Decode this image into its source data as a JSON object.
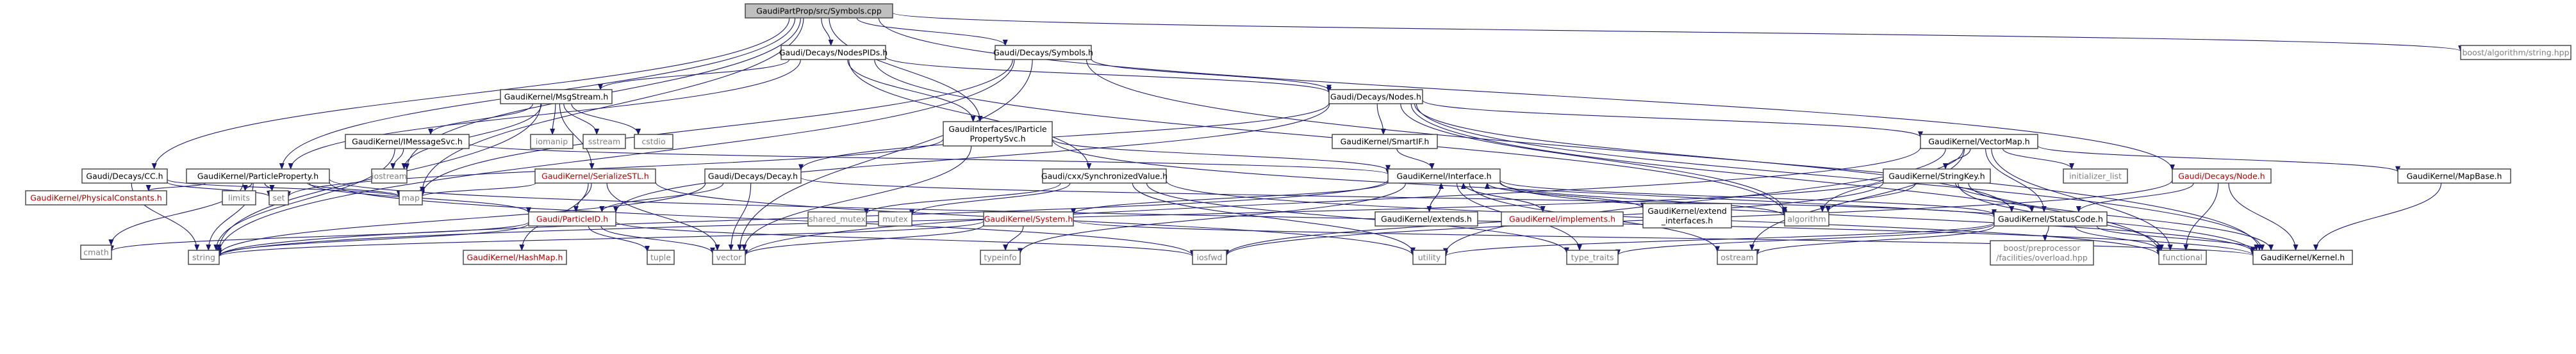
{
  "colors": {
    "edge": "#191970",
    "root_fill": "#bfbfbf",
    "node_border": "#3f3f3f",
    "link_text": "#000000",
    "missing_text": "#b00000",
    "external_text": "#7f7f7f"
  },
  "nodes": [
    {
      "id": "root",
      "lines": [
        "GaudiPartProp/src/Symbols.cpp"
      ],
      "style": "root"
    },
    {
      "id": "decays_nodespids",
      "lines": [
        "Gaudi/Decays/NodesPIDs.h"
      ],
      "style": "normal"
    },
    {
      "id": "decays_symbols",
      "lines": [
        "Gaudi/Decays/Symbols.h"
      ],
      "style": "normal"
    },
    {
      "id": "boost_algorithm",
      "lines": [
        "boost/algorithm/string.hpp"
      ],
      "style": "external"
    },
    {
      "id": "msgstream",
      "lines": [
        "GaudiKernel/MsgStream.h"
      ],
      "style": "normal"
    },
    {
      "id": "decays_nodes",
      "lines": [
        "Gaudi/Decays/Nodes.h"
      ],
      "style": "normal"
    },
    {
      "id": "iparticlepropsvc",
      "lines": [
        "GaudiInterfaces/IParticle",
        "PropertySvc.h"
      ],
      "style": "normal"
    },
    {
      "id": "imessagesvc",
      "lines": [
        "GaudiKernel/IMessageSvc.h"
      ],
      "style": "normal"
    },
    {
      "id": "iomanip",
      "lines": [
        "iomanip"
      ],
      "style": "external"
    },
    {
      "id": "sstream",
      "lines": [
        "sstream"
      ],
      "style": "external"
    },
    {
      "id": "cstdio",
      "lines": [
        "cstdio"
      ],
      "style": "external"
    },
    {
      "id": "smartif",
      "lines": [
        "GaudiKernel/SmartIF.h"
      ],
      "style": "normal"
    },
    {
      "id": "vectormap",
      "lines": [
        "GaudiKernel/VectorMap.h"
      ],
      "style": "normal"
    },
    {
      "id": "iostream",
      "lines": [
        "iostream"
      ],
      "style": "external"
    },
    {
      "id": "serializestl",
      "lines": [
        "GaudiKernel/SerializeSTL.h"
      ],
      "style": "missing"
    },
    {
      "id": "decays_cc",
      "lines": [
        "Gaudi/Decays/CC.h"
      ],
      "style": "normal"
    },
    {
      "id": "particleproperty",
      "lines": [
        "GaudiKernel/ParticleProperty.h"
      ],
      "style": "normal"
    },
    {
      "id": "decays_decay",
      "lines": [
        "Gaudi/Decays/Decay.h"
      ],
      "style": "normal"
    },
    {
      "id": "synchronizedvalue",
      "lines": [
        "Gaudi/cxx/SynchronizedValue.h"
      ],
      "style": "normal"
    },
    {
      "id": "interface",
      "lines": [
        "GaudiKernel/Interface.h"
      ],
      "style": "normal"
    },
    {
      "id": "initializer_list",
      "lines": [
        "initializer_list"
      ],
      "style": "external"
    },
    {
      "id": "decays_node",
      "lines": [
        "Gaudi/Decays/Node.h"
      ],
      "style": "missing"
    },
    {
      "id": "mapbase",
      "lines": [
        "GaudiKernel/MapBase.h"
      ],
      "style": "normal"
    },
    {
      "id": "stringkey",
      "lines": [
        "GaudiKernel/StringKey.h"
      ],
      "style": "normal"
    },
    {
      "id": "physicalconstants",
      "lines": [
        "GaudiKernel/PhysicalConstants.h"
      ],
      "style": "missing"
    },
    {
      "id": "limits",
      "lines": [
        "limits"
      ],
      "style": "external"
    },
    {
      "id": "set",
      "lines": [
        "set"
      ],
      "style": "external"
    },
    {
      "id": "map",
      "lines": [
        "map"
      ],
      "style": "external"
    },
    {
      "id": "particleid",
      "lines": [
        "Gaudi/ParticleID.h"
      ],
      "style": "missing"
    },
    {
      "id": "shared_mutex",
      "lines": [
        "shared_mutex"
      ],
      "style": "external"
    },
    {
      "id": "mutex",
      "lines": [
        "mutex"
      ],
      "style": "external"
    },
    {
      "id": "system",
      "lines": [
        "GaudiKernel/System.h"
      ],
      "style": "missing"
    },
    {
      "id": "extends",
      "lines": [
        "GaudiKernel/extends.h"
      ],
      "style": "normal"
    },
    {
      "id": "implements",
      "lines": [
        "GaudiKernel/implements.h"
      ],
      "style": "missing"
    },
    {
      "id": "extend_interfaces",
      "lines": [
        "GaudiKernel/extend",
        "_interfaces.h"
      ],
      "style": "normal"
    },
    {
      "id": "algorithm",
      "lines": [
        "algorithm"
      ],
      "style": "external"
    },
    {
      "id": "statuscode",
      "lines": [
        "GaudiKernel/StatusCode.h"
      ],
      "style": "normal"
    },
    {
      "id": "cmath",
      "lines": [
        "cmath"
      ],
      "style": "external"
    },
    {
      "id": "string",
      "lines": [
        "string"
      ],
      "style": "external"
    },
    {
      "id": "hashmap",
      "lines": [
        "GaudiKernel/HashMap.h"
      ],
      "style": "missing"
    },
    {
      "id": "tuple",
      "lines": [
        "tuple"
      ],
      "style": "external"
    },
    {
      "id": "vector",
      "lines": [
        "vector"
      ],
      "style": "external"
    },
    {
      "id": "typeinfo",
      "lines": [
        "typeinfo"
      ],
      "style": "external"
    },
    {
      "id": "iosfwd",
      "lines": [
        "iosfwd"
      ],
      "style": "external"
    },
    {
      "id": "utility",
      "lines": [
        "utility"
      ],
      "style": "external"
    },
    {
      "id": "type_traits",
      "lines": [
        "type_traits"
      ],
      "style": "external"
    },
    {
      "id": "ostream",
      "lines": [
        "ostream"
      ],
      "style": "external"
    },
    {
      "id": "boost_overload",
      "lines": [
        "boost/preprocessor",
        "/facilities/overload.hpp"
      ],
      "style": "external"
    },
    {
      "id": "functional",
      "lines": [
        "functional"
      ],
      "style": "external"
    },
    {
      "id": "kernel",
      "lines": [
        "GaudiKernel/Kernel.h"
      ],
      "style": "normal"
    }
  ],
  "edges": [
    [
      "root",
      "decays_nodespids"
    ],
    [
      "root",
      "decays_symbols"
    ],
    [
      "root",
      "boost_algorithm"
    ],
    [
      "root",
      "iparticlepropsvc"
    ],
    [
      "root",
      "particleproperty"
    ],
    [
      "root",
      "decays_cc"
    ],
    [
      "root",
      "decays_node"
    ],
    [
      "root",
      "iostream"
    ],
    [
      "root",
      "map"
    ],
    [
      "decays_nodespids",
      "msgstream"
    ],
    [
      "decays_nodespids",
      "decays_nodes"
    ],
    [
      "decays_nodespids",
      "iparticlepropsvc"
    ],
    [
      "decays_nodespids",
      "synchronizedvalue"
    ],
    [
      "decays_nodespids",
      "particleproperty"
    ],
    [
      "decays_nodespids",
      "algorithm"
    ],
    [
      "decays_symbols",
      "decays_nodes"
    ],
    [
      "decays_symbols",
      "vector"
    ],
    [
      "decays_symbols",
      "kernel"
    ],
    [
      "decays_symbols",
      "map"
    ],
    [
      "decays_symbols",
      "string"
    ],
    [
      "msgstream",
      "imessagesvc"
    ],
    [
      "msgstream",
      "iomanip"
    ],
    [
      "msgstream",
      "sstream"
    ],
    [
      "msgstream",
      "cstdio"
    ],
    [
      "msgstream",
      "serializestl"
    ],
    [
      "msgstream",
      "string"
    ],
    [
      "msgstream",
      "iostream"
    ],
    [
      "decays_nodes",
      "smartif"
    ],
    [
      "decays_nodes",
      "vectormap"
    ],
    [
      "decays_nodes",
      "decays_decay"
    ],
    [
      "decays_nodes",
      "particleid"
    ],
    [
      "decays_nodes",
      "statuscode"
    ],
    [
      "decays_nodes",
      "algorithm"
    ],
    [
      "decays_nodes",
      "kernel"
    ],
    [
      "decays_nodes",
      "functional"
    ],
    [
      "iparticlepropsvc",
      "interface"
    ],
    [
      "iparticlepropsvc",
      "vector"
    ],
    [
      "iparticlepropsvc",
      "set"
    ],
    [
      "iparticlepropsvc",
      "kernel"
    ],
    [
      "imessagesvc",
      "interface"
    ],
    [
      "imessagesvc",
      "string"
    ],
    [
      "imessagesvc",
      "iostream"
    ],
    [
      "smartif",
      "interface"
    ],
    [
      "vectormap",
      "stringkey"
    ],
    [
      "vectormap",
      "mapbase"
    ],
    [
      "vectormap",
      "initializer_list"
    ],
    [
      "vectormap",
      "statuscode"
    ],
    [
      "vectormap",
      "algorithm"
    ],
    [
      "vectormap",
      "functional"
    ],
    [
      "vectormap",
      "utility"
    ],
    [
      "vectormap",
      "vector"
    ],
    [
      "vectormap",
      "ostream"
    ],
    [
      "serializestl",
      "particleid"
    ],
    [
      "serializestl",
      "hashmap"
    ],
    [
      "serializestl",
      "map"
    ],
    [
      "serializestl",
      "vector"
    ],
    [
      "serializestl",
      "utility"
    ],
    [
      "decays_cc",
      "map"
    ],
    [
      "decays_cc",
      "set"
    ],
    [
      "decays_cc",
      "string"
    ],
    [
      "particleproperty",
      "physicalconstants"
    ],
    [
      "particleproperty",
      "limits"
    ],
    [
      "particleproperty",
      "set"
    ],
    [
      "particleproperty",
      "map"
    ],
    [
      "particleproperty",
      "string"
    ],
    [
      "particleproperty",
      "cmath"
    ],
    [
      "particleproperty",
      "particleid"
    ],
    [
      "particleproperty",
      "kernel"
    ],
    [
      "particleproperty",
      "iosfwd"
    ],
    [
      "decays_decay",
      "particleid"
    ],
    [
      "decays_decay",
      "string"
    ],
    [
      "decays_decay",
      "vector"
    ],
    [
      "decays_decay",
      "statuscode"
    ],
    [
      "synchronizedvalue",
      "shared_mutex"
    ],
    [
      "synchronizedvalue",
      "mutex"
    ],
    [
      "synchronizedvalue",
      "utility"
    ],
    [
      "synchronizedvalue",
      "type_traits"
    ],
    [
      "synchronizedvalue",
      "functional"
    ],
    [
      "interface",
      "system"
    ],
    [
      "interface",
      "extends"
    ],
    [
      "interface",
      "implements"
    ],
    [
      "interface",
      "extend_interfaces"
    ],
    [
      "interface",
      "statuscode"
    ],
    [
      "interface",
      "kernel"
    ],
    [
      "interface",
      "type_traits"
    ],
    [
      "interface",
      "ostream"
    ],
    [
      "interface",
      "string"
    ],
    [
      "interface",
      "typeinfo"
    ],
    [
      "interface",
      "algorithm"
    ],
    [
      "decays_node",
      "statuscode"
    ],
    [
      "decays_node",
      "kernel"
    ],
    [
      "decays_node",
      "functional"
    ],
    [
      "decays_node",
      "iosfwd"
    ],
    [
      "mapbase",
      "kernel"
    ],
    [
      "stringkey",
      "statuscode"
    ],
    [
      "stringkey",
      "kernel"
    ],
    [
      "stringkey",
      "algorithm"
    ],
    [
      "stringkey",
      "string"
    ],
    [
      "stringkey",
      "functional"
    ],
    [
      "stringkey",
      "iosfwd"
    ],
    [
      "particleid",
      "cmath"
    ],
    [
      "particleid",
      "string"
    ],
    [
      "particleid",
      "tuple"
    ],
    [
      "particleid",
      "vector"
    ],
    [
      "particleid",
      "iosfwd"
    ],
    [
      "system",
      "kernel"
    ],
    [
      "system",
      "string"
    ],
    [
      "system",
      "typeinfo"
    ],
    [
      "system",
      "vector"
    ],
    [
      "extends",
      "interface"
    ],
    [
      "implements",
      "interface"
    ],
    [
      "extend_interfaces",
      "interface"
    ],
    [
      "statuscode",
      "boost_overload"
    ],
    [
      "statuscode",
      "kernel"
    ],
    [
      "statuscode",
      "functional"
    ],
    [
      "statuscode",
      "ostream"
    ],
    [
      "statuscode",
      "type_traits"
    ],
    [
      "statuscode",
      "utility"
    ]
  ]
}
